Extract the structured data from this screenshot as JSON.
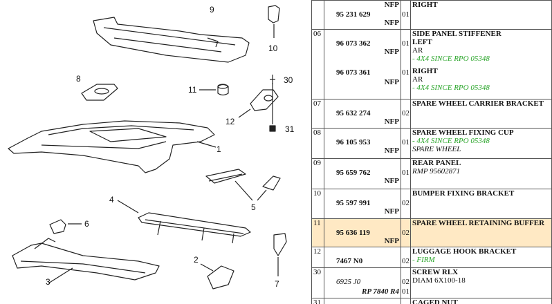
{
  "diagram": {
    "callouts": [
      "9",
      "10",
      "8",
      "11",
      "30",
      "12",
      "31",
      "1",
      "5",
      "4",
      "6",
      "2",
      "3",
      "7"
    ]
  },
  "table": {
    "rows": [
      {
        "idx": "",
        "top_nfp": "NFP",
        "parts": [
          {
            "number": "95 231 629",
            "nfp": "NFP"
          }
        ],
        "qty": [
          "01"
        ],
        "desc": [
          {
            "t": "RIGHT",
            "s": "bold"
          }
        ]
      },
      {
        "idx": "06",
        "parts": [
          {
            "number": "96 073 362",
            "nfp": "NFP"
          },
          {
            "number": "96 073 361",
            "nfp": "NFP"
          }
        ],
        "qty": [
          "01",
          "01"
        ],
        "desc": [
          {
            "t": "SIDE PANEL STIFFENER",
            "s": "bold"
          },
          {
            "t": "LEFT",
            "s": "bold"
          },
          {
            "t": "AR",
            "s": ""
          },
          {
            "t": "- 4X4 SINCE RPO 05348",
            "s": "green"
          },
          {
            "t": "RIGHT",
            "s": "bold"
          },
          {
            "t": "AR",
            "s": ""
          },
          {
            "t": "- 4X4 SINCE RPO 05348",
            "s": "green"
          }
        ]
      },
      {
        "idx": "07",
        "parts": [
          {
            "number": "95 632 274",
            "nfp": "NFP"
          }
        ],
        "qty": [
          "02"
        ],
        "desc": [
          {
            "t": "SPARE WHEEL CARRIER BRACKET",
            "s": "bold"
          }
        ]
      },
      {
        "idx": "08",
        "parts": [
          {
            "number": "96 105 953",
            "nfp": "NFP"
          }
        ],
        "qty": [
          "01"
        ],
        "desc": [
          {
            "t": "SPARE WHEEL FIXING CUP",
            "s": "bold"
          },
          {
            "t": "- 4X4 SINCE RPO 05348",
            "s": "green"
          },
          {
            "t": "SPARE WHEEL",
            "s": "ital"
          }
        ]
      },
      {
        "idx": "09",
        "parts": [
          {
            "number": "95 659 762",
            "nfp": "NFP"
          }
        ],
        "qty": [
          "01"
        ],
        "desc": [
          {
            "t": "REAR PANEL",
            "s": "bold"
          },
          {
            "t": "RMP 95602871",
            "s": "ital"
          }
        ]
      },
      {
        "idx": "10",
        "parts": [
          {
            "number": "95 597 991",
            "nfp": "NFP"
          }
        ],
        "qty": [
          "02"
        ],
        "desc": [
          {
            "t": "BUMPER FIXING BRACKET",
            "s": "bold"
          }
        ]
      },
      {
        "idx": "11",
        "selected": true,
        "parts": [
          {
            "number": "95 636 119",
            "nfp": "NFP"
          }
        ],
        "qty": [
          "02"
        ],
        "desc": [
          {
            "t": "SPARE WHEEL RETAINING BUFFER",
            "s": "bold"
          }
        ]
      },
      {
        "idx": "12",
        "parts": [
          {
            "number": "7467 N0",
            "nfp": ""
          }
        ],
        "qty": [
          "02"
        ],
        "desc": [
          {
            "t": "LUGGAGE HOOK BRACKET",
            "s": "bold"
          },
          {
            "t": "- FIRM",
            "s": "green"
          }
        ]
      },
      {
        "idx": "30",
        "parts": [
          {
            "number": "6925 J0",
            "nfp": "",
            "italic": true
          },
          {
            "number": "RP 7840 R4",
            "nfp": "",
            "italic": true,
            "right": true
          }
        ],
        "qty": [
          "02",
          "01"
        ],
        "desc": [
          {
            "t": "SCREW RLX",
            "s": "bold"
          },
          {
            "t": "DIAM 6X100-18",
            "s": ""
          }
        ]
      },
      {
        "idx": "31",
        "parts": [],
        "qty": [],
        "desc": [
          {
            "t": "CAGED NUT",
            "s": "bold"
          }
        ]
      }
    ]
  }
}
